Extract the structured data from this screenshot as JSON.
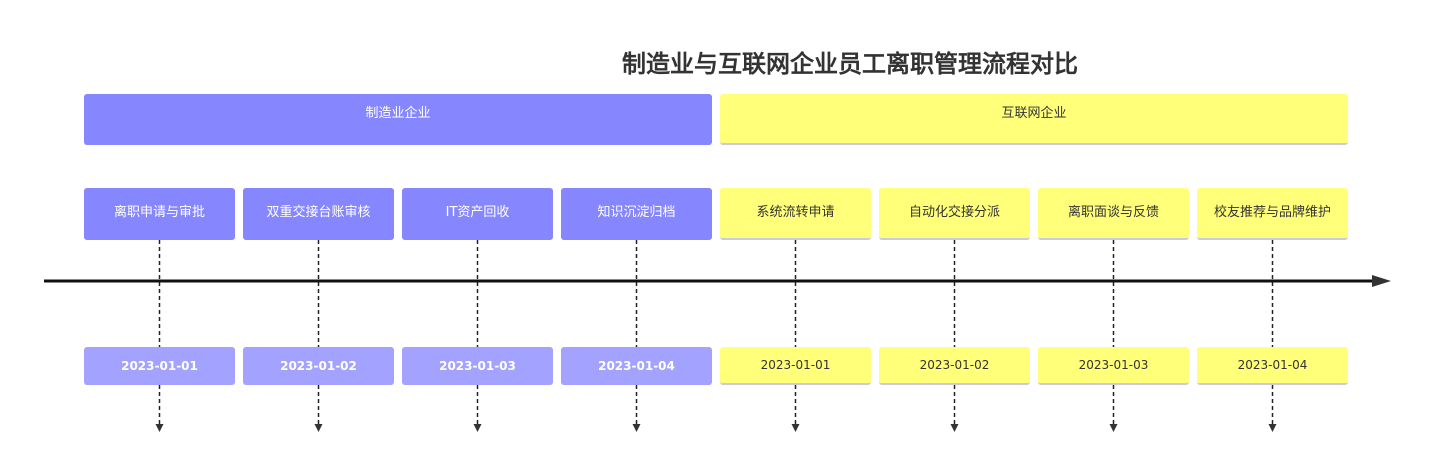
{
  "title": "制造业与互联网企业员工离职管理流程对比",
  "sections": [
    {
      "label": "制造业企业",
      "tasks": [
        "离职申请与审批",
        "双重交接台账审核",
        "IT资产回收",
        "知识沉淀归档"
      ],
      "dates": [
        "2023-01-01",
        "2023-01-02",
        "2023-01-03",
        "2023-01-04"
      ],
      "color": "#8686fe"
    },
    {
      "label": "互联网企业",
      "tasks": [
        "系统流转申请",
        "自动化交接分派",
        "离职面谈与反馈",
        "校友推荐与品牌维护"
      ],
      "dates": [
        "2023-01-01",
        "2023-01-02",
        "2023-01-03",
        "2023-01-04"
      ],
      "color": "#ffff7a"
    }
  ]
}
